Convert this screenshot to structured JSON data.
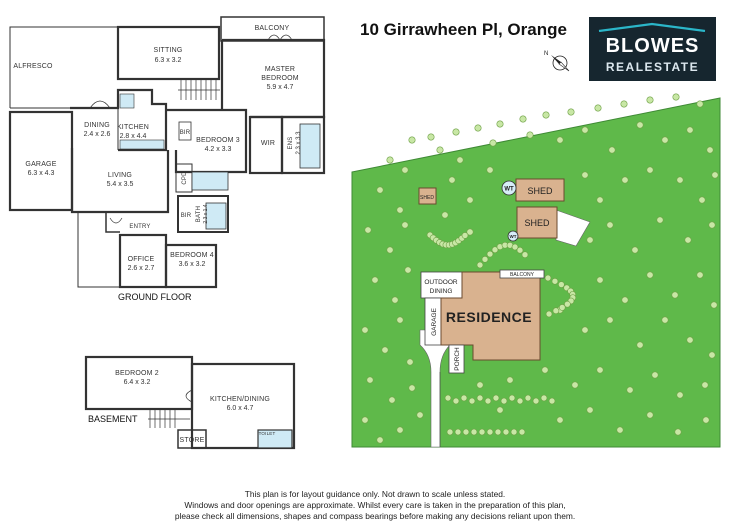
{
  "address": "10 Girrawheen Pl, Orange",
  "logo": {
    "line1": "BLOWES",
    "line2": "REALESTATE"
  },
  "compass": {
    "label": "N"
  },
  "ground_floor": {
    "title": "GROUND FLOOR",
    "rooms": {
      "alfresco": {
        "name": "ALFRESCO"
      },
      "sitting": {
        "name": "SITTING",
        "size": "6.3 x 3.2"
      },
      "balcony": {
        "name": "BALCONY"
      },
      "master": {
        "name": "MASTER",
        "name2": "BEDROOM",
        "size": "5.9 x 4.7"
      },
      "dining": {
        "name": "DINING",
        "size": "2.4 x 2.6"
      },
      "kitchen": {
        "name": "KITCHEN",
        "size": "2.8 x 4.4"
      },
      "garage": {
        "name": "GARAGE",
        "size": "6.3 x 4.3"
      },
      "living": {
        "name": "LIVING",
        "size": "5.4 x 3.5"
      },
      "bed3": {
        "name": "BEDROOM 3",
        "size": "4.2 x 3.3"
      },
      "wir": {
        "name": "WIR"
      },
      "ens": {
        "name": "ENS",
        "size": "2.3 x 3.3"
      },
      "bir1": {
        "name": "BIR"
      },
      "bir2": {
        "name": "BIR"
      },
      "cpd": {
        "name": "CPD"
      },
      "bath": {
        "name": "BATH",
        "size": "2.3 x 1.4"
      },
      "entry": {
        "name": "ENTRY"
      },
      "office": {
        "name": "OFFICE",
        "size": "2.6 x 2.7"
      },
      "bed4": {
        "name": "BEDROOM 4",
        "size": "3.6 x 3.2"
      }
    }
  },
  "basement": {
    "title": "BASEMENT",
    "rooms": {
      "bed2": {
        "name": "BEDROOM 2",
        "size": "6.4 x 3.2"
      },
      "kitchen_dining": {
        "name": "KITCHEN/DINING",
        "size": "6.0 x 4.7"
      },
      "store": {
        "name": "STORE"
      },
      "toilet": {
        "name": "TOILET"
      }
    }
  },
  "site": {
    "residence": "RESIDENCE",
    "outdoor_dining": [
      "OUTDOOR",
      "DINING"
    ],
    "balcony": "BALCONY",
    "garage": "GARAGE",
    "porch": "PORCH",
    "shed_large_1": "SHED",
    "shed_large_2": "SHED",
    "shed_small": "SHED",
    "water_tank_1": "WT",
    "water_tank_2": "WT"
  },
  "colors": {
    "grass": "#5fb94a",
    "tree": "#c8e7a5",
    "tree_outline": "#6d9f45",
    "residence": "#d9b28f",
    "shed": "#d9b28f",
    "tank": "#d6eef8",
    "wet_area": "#cfeaf5",
    "logo_bg": "#16262f",
    "logo_accent": "#2bb6c9"
  },
  "disclaimer": [
    "This plan is for layout guidance only. Not drawn to scale unless stated.",
    "Windows and door openings are approximate. Whilst every care is taken in the preparation of this plan,",
    "please check all dimensions, shapes and compass bearings before making any decisions reliant upon them."
  ]
}
